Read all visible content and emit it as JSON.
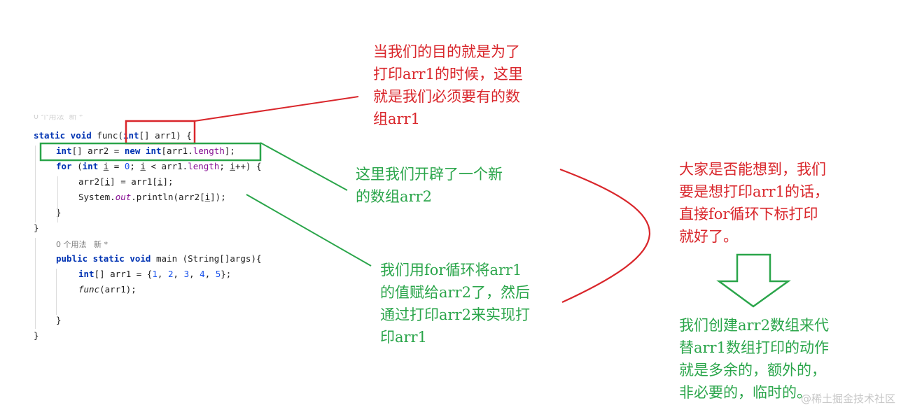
{
  "code": {
    "faded_hint": "0 个用法  新 *",
    "line1": {
      "kw": "static void",
      "name": " func(",
      "type": "int",
      "rest": "[] arr1) {"
    },
    "line2": {
      "type": "int",
      "a": "[] arr2 = ",
      "new": "new",
      "sp": " ",
      "type2": "int",
      "b": "[arr1.",
      "len": "length",
      "c": "];"
    },
    "line3": {
      "for": "for",
      "a": " (",
      "int": "int",
      "b": " ",
      "i1": "i",
      "c": " = ",
      "zero": "0",
      "d": "; ",
      "i2": "i",
      "e": " < arr1.",
      "len": "length",
      "f": "; ",
      "i3": "i",
      "g": "++) {"
    },
    "line4": {
      "a": "arr2[",
      "i1": "i",
      "b": "] = arr1[",
      "i2": "i",
      "c": "];"
    },
    "line5": {
      "a": "System.",
      "out": "out",
      "b": ".println(arr2[",
      "i": "i",
      "c": "]);"
    },
    "line6": "}",
    "line7": "}",
    "hint": "0 个用法   新 *",
    "line9": {
      "kw": "public static void",
      "rest": " main (String[]args){"
    },
    "line10": {
      "type": "int",
      "a": "[] arr1 = {",
      "n1": "1",
      "s1": ", ",
      "n2": "2",
      "s2": ", ",
      "n3": "3",
      "s3": ", ",
      "n4": "4",
      "s4": ", ",
      "n5": "5",
      "b": "};"
    },
    "line11": {
      "fn": "func",
      "rest": "(arr1);"
    },
    "line12": "}",
    "line13": "}"
  },
  "notes": {
    "note1": "当我们的目的就是为了\n打印arr1的时候，这里\n就是我们必须要有的数\n组arr1",
    "note2": "这里我们开辟了一个新\n的数组arr2",
    "note3": "我们用for循环将arr1\n的值赋给arr2了，然后\n通过打印arr2来实现打\n印arr1",
    "note4": "大家是否能想到，我们\n要是想打印arr1的话，\n直接for循环下标打印\n就好了。",
    "note5": "我们创建arr2数组来代\n替arr1数组打印的动作\n就是多余的，额外的，\n非必要的，临时的。"
  },
  "watermark": "@稀土掘金技术社区",
  "colors": {
    "red": "#d9262b",
    "green": "#2aa54a",
    "keyword": "#0033b3",
    "number": "#1750eb",
    "field": "#871094"
  },
  "icons": {
    "arrow": "down-arrow-icon"
  }
}
